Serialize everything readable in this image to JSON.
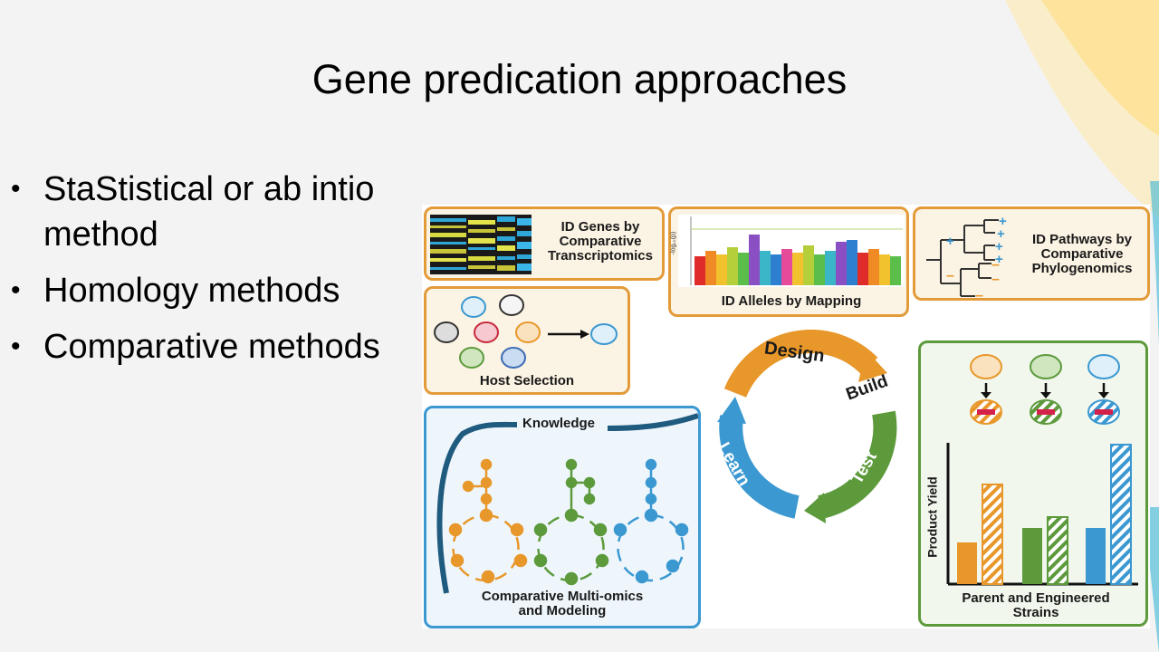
{
  "slide": {
    "title": "Gene predication approaches",
    "bullets": [
      {
        "text": "StaStistical or ab intio method"
      },
      {
        "text": "Homology methods"
      },
      {
        "text": "Comparative methods"
      }
    ]
  },
  "figure": {
    "transcriptomics_label_1": "ID Genes by",
    "transcriptomics_label_2": "Comparative",
    "transcriptomics_label_3": "Transcriptomics",
    "mapping_label": "ID Alleles by Mapping",
    "mapping_axis": "-log₁₀(p)",
    "phylo_label_1": "ID Pathways by",
    "phylo_label_2": "Comparative",
    "phylo_label_3": "Phylogenomics",
    "host_label": "Host Selection",
    "cycle_design": "Design",
    "cycle_build": "Build",
    "cycle_test": "Test",
    "cycle_learn": "Learn",
    "knowledge_label": "Knowledge",
    "multiomics_label_1": "Comparative Multi-omics",
    "multiomics_label_2": "and Modeling",
    "yield_axis": "Product Yield",
    "strains_label_1": "Parent and Engineered",
    "strains_label_2": "Strains"
  },
  "colors": {
    "orange": "#e8972a",
    "green": "#5c9a3c",
    "blue": "#3b98d1",
    "dark_blue": "#1f5a7f",
    "panel_orange_border": "#e39b3a",
    "panel_orange_fill": "#fbf3e3"
  }
}
